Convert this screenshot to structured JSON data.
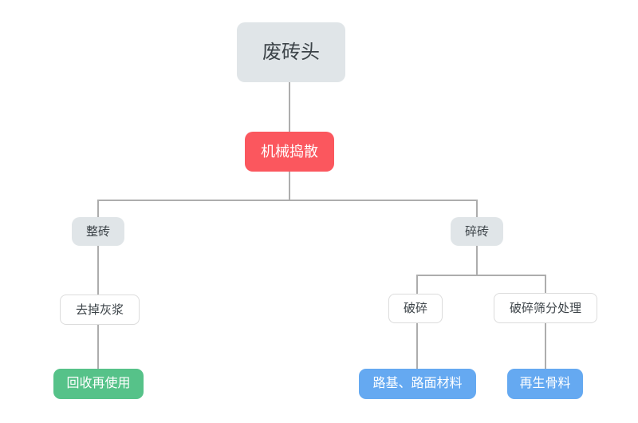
{
  "diagram": {
    "nodes": {
      "root": {
        "label": "废砖头"
      },
      "process": {
        "label": "机械捣散"
      },
      "whole_brick": {
        "label": "整砖"
      },
      "broken_brick": {
        "label": "碎砖"
      },
      "remove_mortar": {
        "label": "去掉灰浆"
      },
      "crush": {
        "label": "破碎"
      },
      "crush_screening": {
        "label": "破碎筛分处理"
      },
      "recycle_reuse": {
        "label": "回收再使用"
      },
      "road_materials": {
        "label": "路基、路面材料"
      },
      "recycled_aggregate": {
        "label": "再生骨料"
      }
    },
    "colors": {
      "node_gray_bg": "#e0e5e8",
      "node_red_bg": "#fb575e",
      "node_green_bg": "#56c289",
      "node_blue_bg": "#65a9f1",
      "node_white_bg": "#ffffff",
      "node_white_border": "#dcdcdc",
      "connector": "#adadad",
      "text_dark": "#3c4348",
      "text_light": "#ffffff"
    }
  }
}
